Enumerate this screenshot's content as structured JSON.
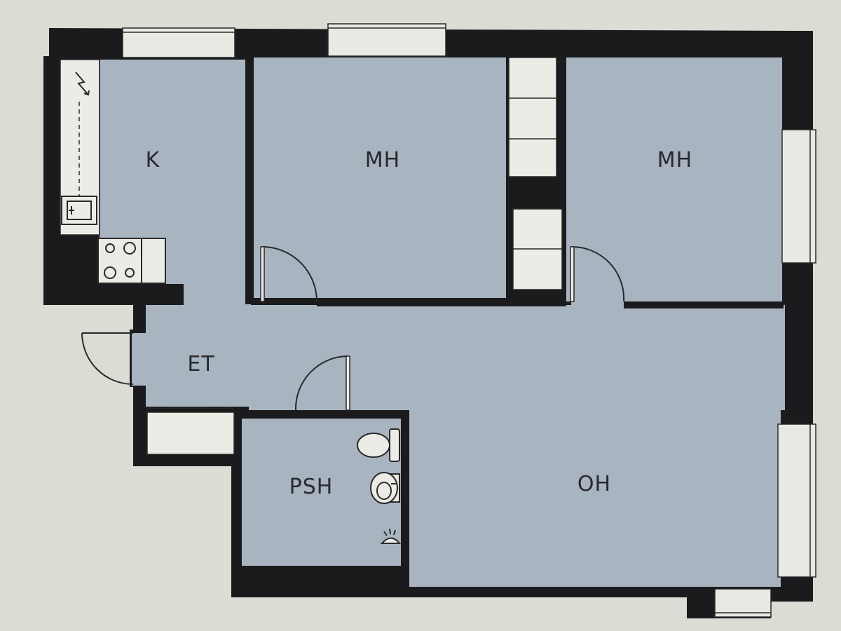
{
  "colors": {
    "paper": "#dcdbd4",
    "wall": "#1b1b1d",
    "floor": "#a9b4c1",
    "window": "#e9e8e2",
    "closet": "#ecebe5",
    "line": "#2a2a2c"
  },
  "rooms": [
    {
      "key": "kitchen",
      "label": "K"
    },
    {
      "key": "bedroom-1",
      "label": "MH"
    },
    {
      "key": "bedroom-2",
      "label": "MH"
    },
    {
      "key": "entrance",
      "label": "ET"
    },
    {
      "key": "bathroom",
      "label": "PSH"
    },
    {
      "key": "living-room",
      "label": "OH"
    }
  ],
  "symbols": {
    "electric_panel": "electric-panel-icon",
    "sink": "kitchen-sink-icon",
    "stove": "stove-icon",
    "toilet": "toilet-icon",
    "washbasin": "washbasin-icon",
    "shower": "shower-icon"
  }
}
